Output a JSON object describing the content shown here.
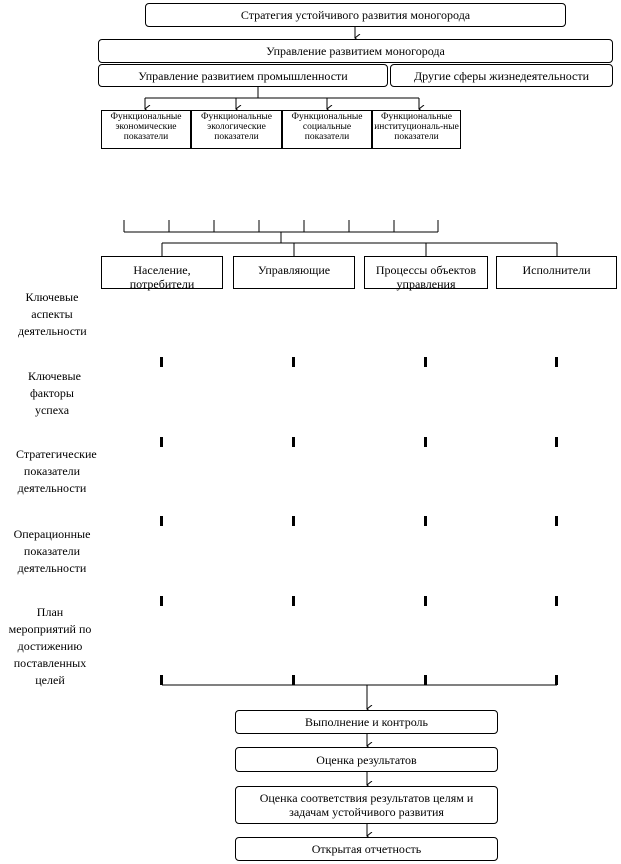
{
  "strategy": "Стратегия устойчивого развития моногорода",
  "management": "Управление развитием моногорода",
  "industry_mgmt": "Управление развитием промышленности",
  "other_spheres": "Другие сферы жизнедеятельности",
  "indicators": [
    "Функциональные экономические показатели",
    "Функциональные экологические показатели",
    "Функциональные социальные показатели",
    "Функциональные институциональ-ные показатели"
  ],
  "stakeholders": [
    "Население, потребители",
    "Управляющие",
    "Процессы объектов управления",
    "Исполнители"
  ],
  "row_labels": [
    "Ключевые аспекты деятельности",
    "Ключевые факторы успеха",
    "Стратегические показатели деятельности",
    "Операционные показатели деятельности",
    "План мероприятий по достижению поставленных целей"
  ],
  "process_steps": [
    "Выполнение и контроль",
    "Оценка результатов",
    "Оценка соответствия результатов целям и задачам устойчивого развития",
    "Открытая отчетность"
  ]
}
